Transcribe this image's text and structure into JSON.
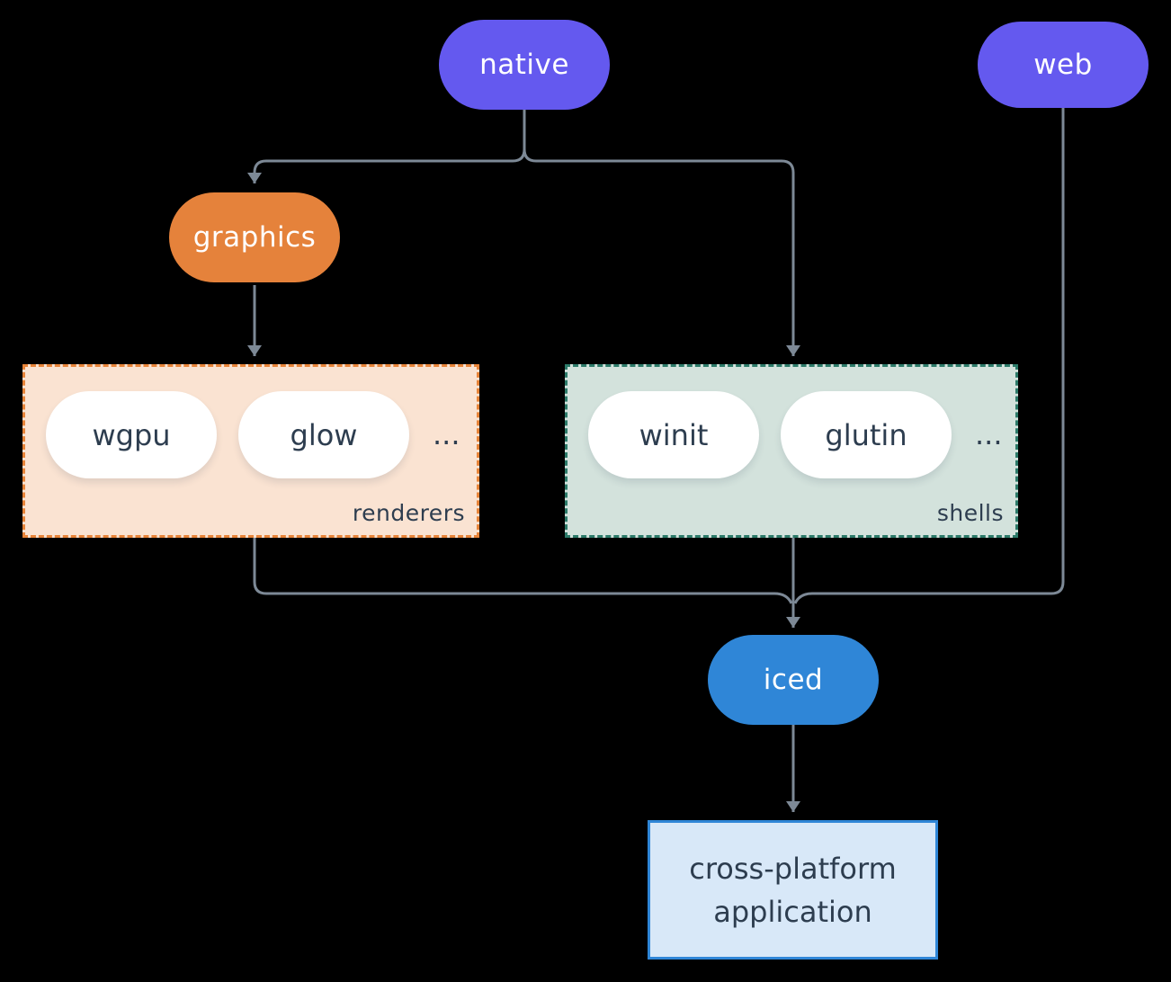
{
  "diagram": {
    "background": "#000000",
    "connector_color": "#7d8996",
    "nodes": {
      "native": {
        "label": "native",
        "fill": "#6459ef",
        "text_color": "#ffffff"
      },
      "web": {
        "label": "web",
        "fill": "#6459ef",
        "text_color": "#ffffff"
      },
      "graphics": {
        "label": "graphics",
        "fill": "#e5823b",
        "text_color": "#ffffff"
      },
      "iced": {
        "label": "iced",
        "fill": "#2f86d7",
        "text_color": "#ffffff"
      },
      "application": {
        "label": "cross-platform application",
        "fill": "#d8e8f8",
        "border": "#2f86d7",
        "text_color": "#2d3d4f"
      }
    },
    "groups": {
      "renderers": {
        "label": "renderers",
        "items": [
          "wgpu",
          "glow"
        ],
        "ellipsis": "...",
        "fill": "#fae3d2",
        "border": "#e78439",
        "item_text_color": "#2d3d4f"
      },
      "shells": {
        "label": "shells",
        "items": [
          "winit",
          "glutin"
        ],
        "ellipsis": "...",
        "fill": "#d3e2dc",
        "border": "#2c7a69",
        "item_text_color": "#2d3d4f"
      }
    },
    "edges": [
      {
        "from": "native",
        "to": "graphics"
      },
      {
        "from": "native",
        "to": "shells"
      },
      {
        "from": "graphics",
        "to": "renderers"
      },
      {
        "from": "renderers",
        "to": "iced"
      },
      {
        "from": "shells",
        "to": "iced"
      },
      {
        "from": "web",
        "to": "iced"
      },
      {
        "from": "iced",
        "to": "application"
      }
    ]
  }
}
